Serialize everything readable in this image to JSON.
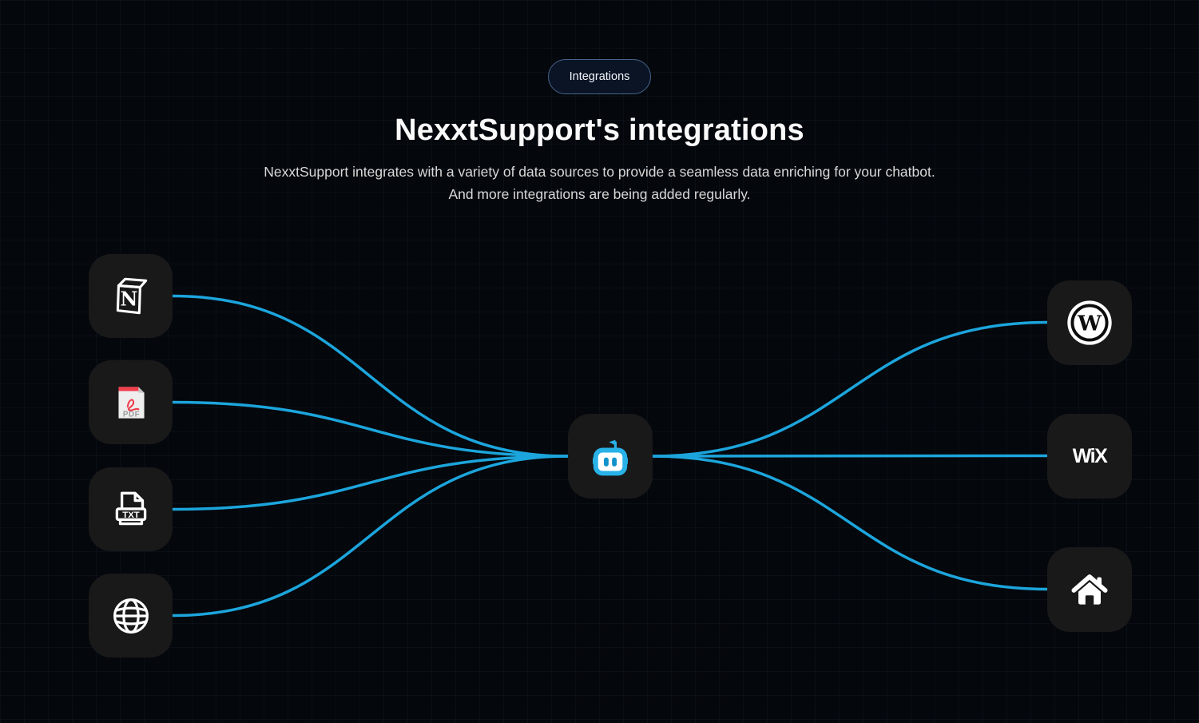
{
  "badge": {
    "label": "Integrations"
  },
  "header": {
    "title": "NexxtSupport's integrations",
    "subtitle_line1": "NexxtSupport integrates with a variety of data sources to provide a seamless data enriching for your chatbot.",
    "subtitle_line2": "And more integrations are being added regularly."
  },
  "colors": {
    "background": "#04070c",
    "card_background": "#191919",
    "connection_line": "#1CA5DC",
    "bot_accent": "#29B2E8",
    "pdf_red": "#f03e4d",
    "badge_border": "#46658c"
  },
  "diagram": {
    "connection_color": "#1CA5DC",
    "left_nodes": [
      {
        "name": "notion",
        "icon": "notion-icon",
        "label": "N"
      },
      {
        "name": "pdf-file",
        "icon": "pdf-file-icon",
        "label": "PDF"
      },
      {
        "name": "txt-file",
        "icon": "txt-file-icon",
        "label": "TXT"
      },
      {
        "name": "website",
        "icon": "globe-icon"
      }
    ],
    "center_node": {
      "name": "nexxtsupport-chatbot",
      "icon": "chatbot-icon"
    },
    "right_nodes": [
      {
        "name": "wordpress",
        "icon": "wordpress-icon",
        "label": "W"
      },
      {
        "name": "wix",
        "icon": "wix-icon",
        "label": "WiX"
      },
      {
        "name": "home-website",
        "icon": "home-icon"
      }
    ]
  }
}
